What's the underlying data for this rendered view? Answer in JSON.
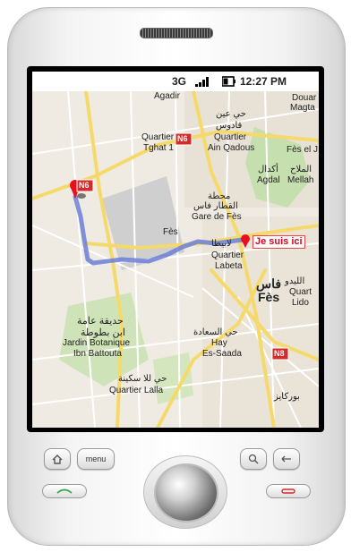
{
  "status_bar": {
    "network": "3G",
    "time": "12:27 PM"
  },
  "map": {
    "marker_label": "Je suis ici",
    "places": [
      {
        "key": "agadir",
        "text": "Agadir"
      },
      {
        "key": "douar",
        "text": "Douar"
      },
      {
        "key": "magta",
        "text": "Magta"
      },
      {
        "key": "hay_ain_qadous_ar",
        "text": "حي عين"
      },
      {
        "key": "qadous_ar",
        "text": "قادوس"
      },
      {
        "key": "quartier_tghat",
        "text": "Quartier"
      },
      {
        "key": "tghat",
        "text": "Tghat 1"
      },
      {
        "key": "quartier_ain",
        "text": "Quartier"
      },
      {
        "key": "ain_qadous",
        "text": "Ain Qadous"
      },
      {
        "key": "akdal_ar",
        "text": "أكدال"
      },
      {
        "key": "agdal",
        "text": "Agdal"
      },
      {
        "key": "mellah_ar",
        "text": "الملاح"
      },
      {
        "key": "mellah",
        "text": "Mellah"
      },
      {
        "key": "fes_el_j",
        "text": "Fès el J"
      },
      {
        "key": "station_ar",
        "text": "محطة"
      },
      {
        "key": "train_ar",
        "text": "القطار فاس"
      },
      {
        "key": "gare",
        "text": "Gare de Fès"
      },
      {
        "key": "fes_station",
        "text": "Fès"
      },
      {
        "key": "labeta_ar",
        "text": "لابيطا"
      },
      {
        "key": "quartier_labeta",
        "text": "Quartier"
      },
      {
        "key": "labeta",
        "text": "Labeta"
      },
      {
        "key": "fas_ar",
        "text": "فاس"
      },
      {
        "key": "fes_city",
        "text": "Fès"
      },
      {
        "key": "lido_ar",
        "text": "الليدو"
      },
      {
        "key": "quart_lido",
        "text": "Quart"
      },
      {
        "key": "lido",
        "text": "Lido"
      },
      {
        "key": "garden_ar",
        "text": "حديقة عامة"
      },
      {
        "key": "garden2_ar",
        "text": "ابن بطوطة"
      },
      {
        "key": "jardin",
        "text": "Jardin Botanique"
      },
      {
        "key": "ibn",
        "text": "Ibn Battouta"
      },
      {
        "key": "saada_ar",
        "text": "حي السعادة"
      },
      {
        "key": "hay",
        "text": "Hay"
      },
      {
        "key": "saada",
        "text": "Es-Saada"
      },
      {
        "key": "lalla_ar",
        "text": "حي للا سكينة"
      },
      {
        "key": "lalla",
        "text": "Quartier Lalla"
      },
      {
        "key": "bourkaiz_ar",
        "text": "بوركايز"
      }
    ],
    "road_shields": {
      "n6_a": "N6",
      "n6_b": "N6",
      "n8": "N8"
    }
  },
  "hardware_buttons": {
    "home_icon": "home-icon",
    "menu_label": "menu",
    "search_icon": "search-icon",
    "back_icon": "back-arrow-icon",
    "call_icon": "call-icon",
    "end_call_icon": "end-call-icon"
  },
  "colors": {
    "route": "#6c7fd6",
    "marker": "#e8101e",
    "major_road": "#f8e07a",
    "minor_road": "#ffffff",
    "park": "#c8dfb0",
    "urban": "#ece6db"
  }
}
